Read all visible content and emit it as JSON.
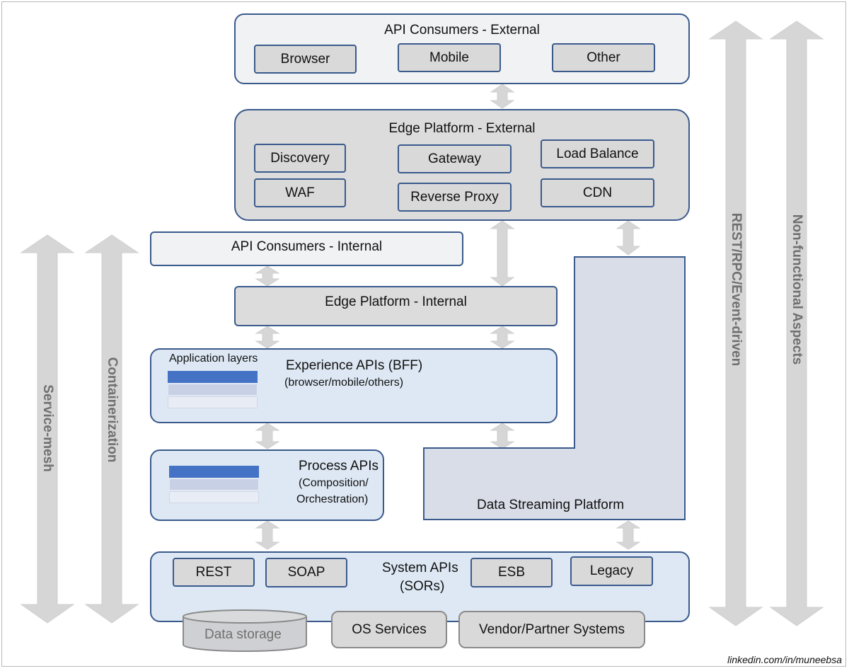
{
  "consumers_external": {
    "title": "API Consumers - External",
    "items": [
      "Browser",
      "Mobile",
      "Other"
    ]
  },
  "edge_external": {
    "title": "Edge Platform - External",
    "items": [
      "Discovery",
      "Gateway",
      "Load Balance",
      "WAF",
      "Reverse Proxy",
      "CDN"
    ]
  },
  "consumers_internal": {
    "title": "API Consumers - Internal"
  },
  "edge_internal": {
    "title": "Edge Platform - Internal"
  },
  "experience": {
    "title": "Experience APIs (BFF)",
    "subtitle": "(browser/mobile/others)",
    "layers_label": "Application layers"
  },
  "process": {
    "title": "Process APIs",
    "line1": "(Composition/",
    "line2": "Orchestration)"
  },
  "streaming": {
    "title": "Data Streaming Platform"
  },
  "system": {
    "title": "System APIs",
    "subtitle": "(SORs)",
    "items": [
      "REST",
      "SOAP",
      "ESB",
      "Legacy"
    ]
  },
  "bottom": {
    "storage": "Data storage",
    "os": "OS Services",
    "vendor": "Vendor/Partner Systems"
  },
  "vertical_labels": {
    "service_mesh": "Service-mesh",
    "containerization": "Containerization",
    "rest": "REST/RPC/Event-driven",
    "nonfunctional": "Non-functional Aspects"
  },
  "credit": "linkedin.com/in/muneebsa",
  "colors": {
    "border": "#3a5a8c",
    "grey_box": "#dcdcdc",
    "light_box": "#f1f2f4",
    "blue_box": "#dde8f4",
    "arrow": "#d6d6d6"
  }
}
